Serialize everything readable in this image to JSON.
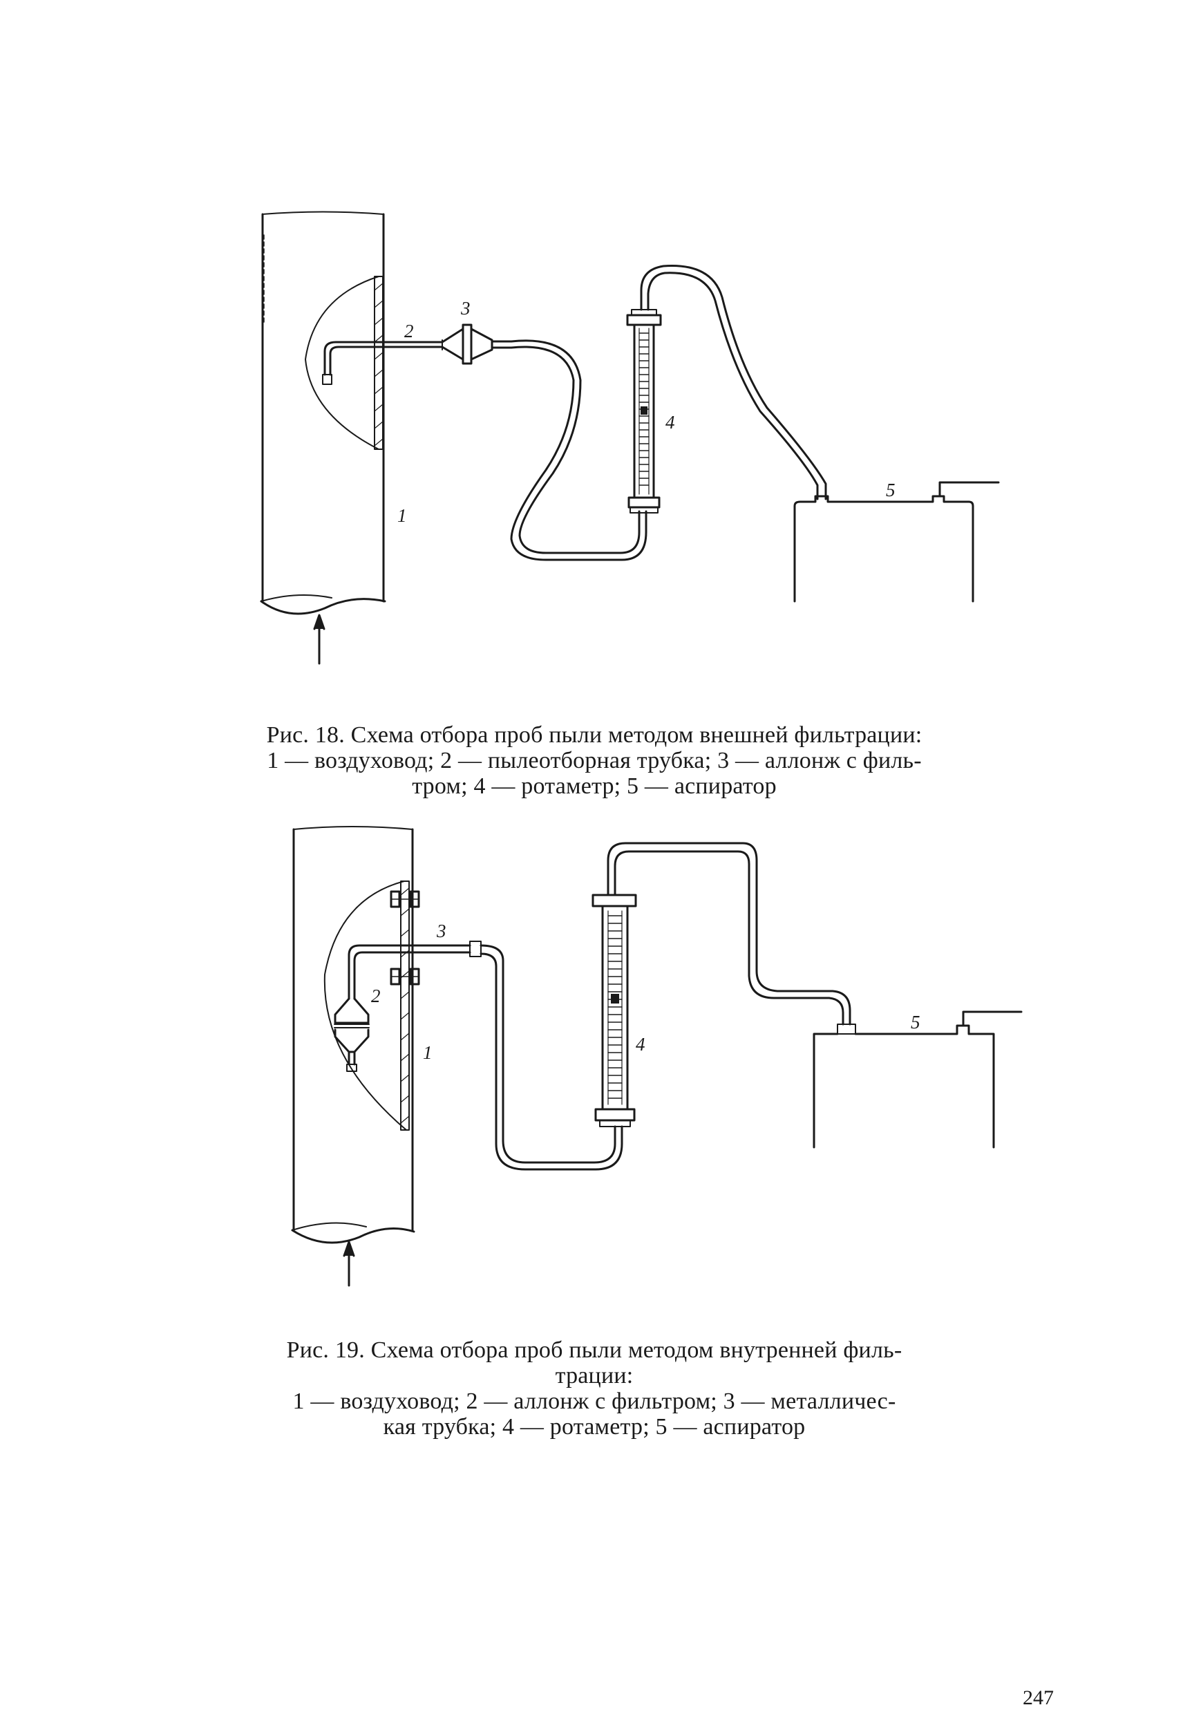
{
  "figure18": {
    "labels": {
      "duct": "1",
      "tube": "2",
      "allonge": "3",
      "rotameter": "4",
      "aspirator": "5"
    },
    "caption": {
      "line1": "Рис. 18. Схема отбора проб пыли методом внешней фильтрации:",
      "line2": "1 — воздуховод; 2 — пылеотборная трубка; 3 — аллонж с филь-",
      "line3": "тром; 4 — ротаметр; 5 — аспиратор"
    }
  },
  "figure19": {
    "labels": {
      "duct": "1",
      "allonge": "2",
      "tube": "3",
      "rotameter": "4",
      "aspirator": "5"
    },
    "caption": {
      "line1": "Рис. 19. Схема отбора проб пыли методом внутренней филь-",
      "line2": "трации:",
      "line3": "1 — воздуховод; 2 — аллонж с фильтром; 3 — металличес-",
      "line4": "кая трубка; 4 — ротаметр; 5 — аспиратор"
    }
  },
  "page_number": "247"
}
